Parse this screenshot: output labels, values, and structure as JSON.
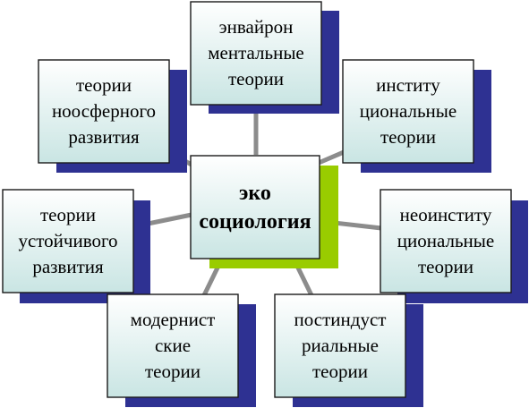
{
  "center": {
    "text": "эко\nсоциология"
  },
  "nodes": [
    {
      "id": "environmental",
      "text": "энвайрон\nментальные\nтеории"
    },
    {
      "id": "institutional",
      "text": "институ\nциональные\nтеории"
    },
    {
      "id": "neoinstitutional",
      "text": "неоинститу\nциональные\nтеории"
    },
    {
      "id": "postindustrial",
      "text": "постиндуст\nриальные\nтеории"
    },
    {
      "id": "modernist",
      "text": "модернист\nские\nтеории"
    },
    {
      "id": "sustainable",
      "text": "теории\nустойчивого\nразвития"
    },
    {
      "id": "noosphere",
      "text": "теории\nноосферного\nразвития"
    }
  ],
  "colors": {
    "box_gradient_top": "#ffffff",
    "box_gradient_bottom": "#c9e5e3",
    "shadow_outer": "#2e3192",
    "shadow_center": "#99cc00",
    "connector": "#8c8c8c",
    "border": "#1a1a1a"
  }
}
